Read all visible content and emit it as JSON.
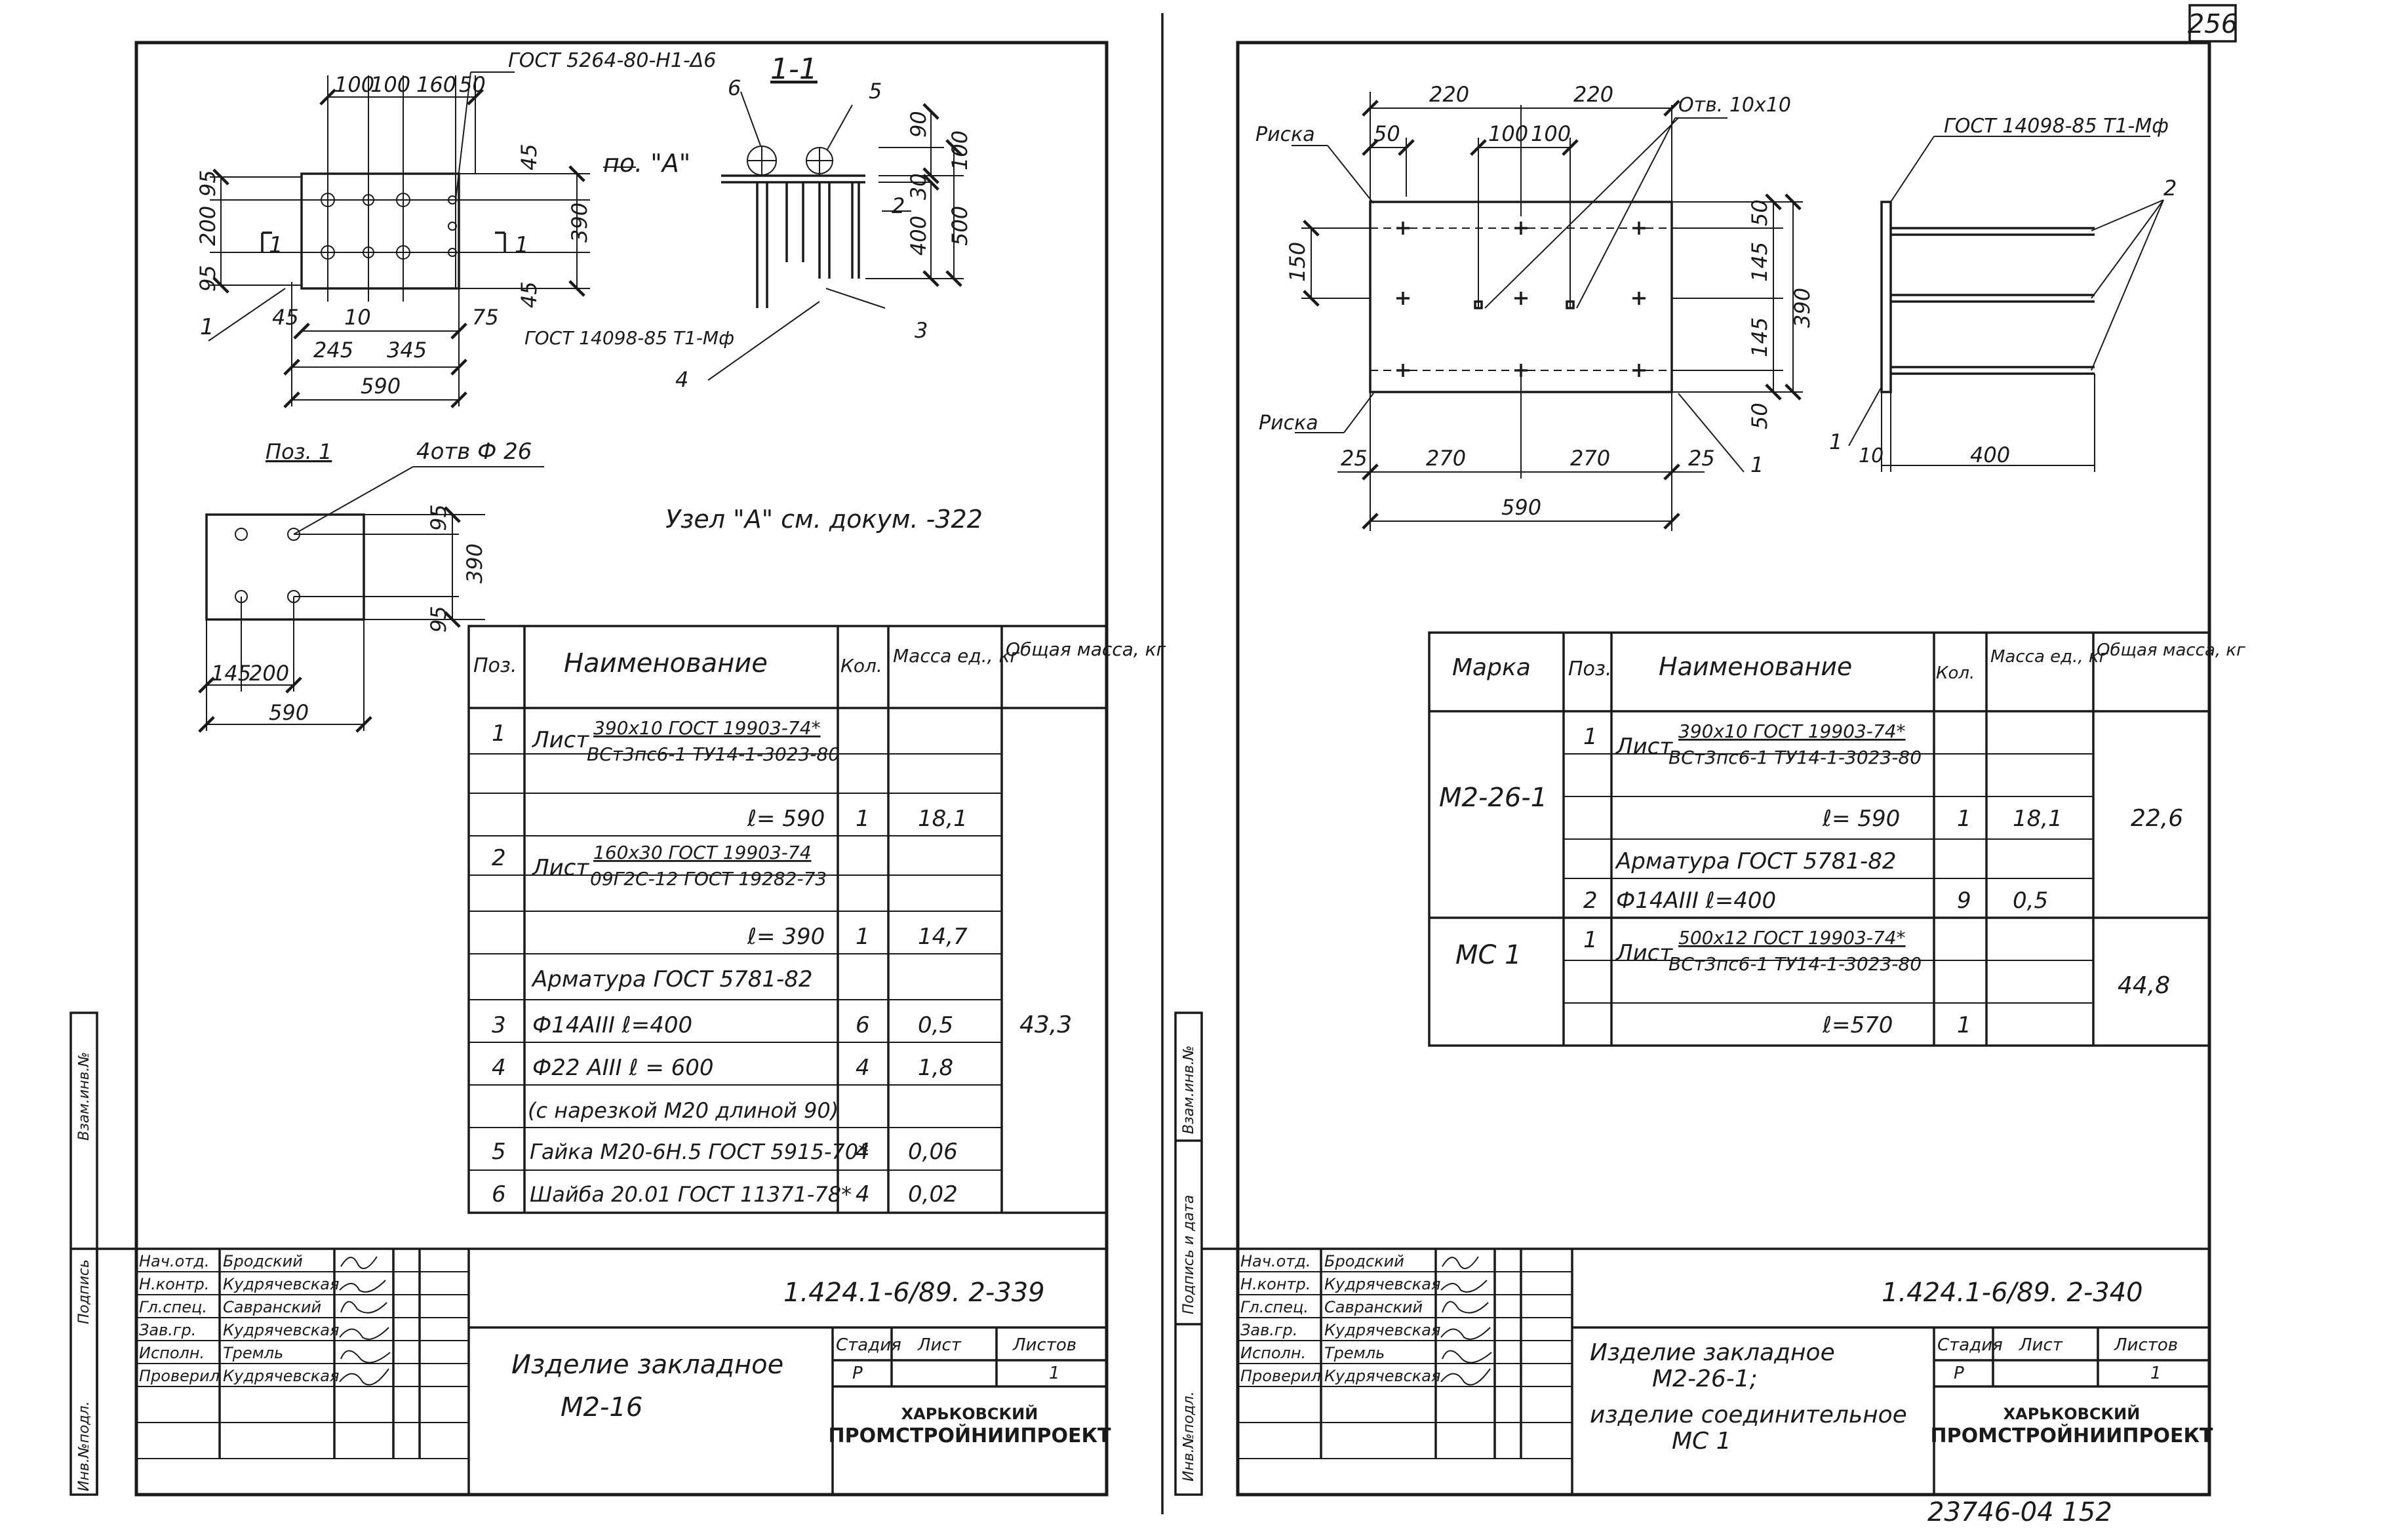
{
  "page_number": "256",
  "footer_stamp": "23746-04  152",
  "left_sheet": {
    "gost_weld": "ГОСТ 5264-80-Н1-Δ6",
    "gost_stud": "ГОСТ 14098-85 Т1-Мф",
    "section_label": "1-1",
    "view_ref": "по. \"А\"",
    "node_note": "Узел \"А\" см. докум. -322",
    "poz1_label": "Поз. 1",
    "holes_label": "4отв Ф 26",
    "dims_top": [
      "100",
      "100",
      "160",
      "50"
    ],
    "dims_left": [
      "95",
      "200",
      "95"
    ],
    "dims_right": [
      "45",
      "390",
      "45"
    ],
    "dims_bottom": [
      "45",
      "10",
      "75",
      "245",
      "345",
      "590"
    ],
    "section_dims": [
      "90",
      "100",
      "30",
      "400",
      "500"
    ],
    "poz1_dims": [
      "95",
      "390",
      "95",
      "145",
      "200",
      "590"
    ],
    "callouts": [
      "1",
      "2",
      "3",
      "4",
      "5",
      "6"
    ],
    "cut_marks": [
      "1",
      "1"
    ],
    "table": {
      "headers": [
        "Поз.",
        "Наименование",
        "Кол.",
        "Масса ед., кг",
        "Общая масса, кг"
      ],
      "rows": [
        {
          "pos": "1",
          "name_lead": "Лист",
          "name_top": "390х10 ГОСТ 19903-74*",
          "name_bottom": "ВСт3пс6-1 ТУ14-1-3023-80",
          "qty": "",
          "mass": ""
        },
        {
          "pos": "",
          "name": "ℓ= 590",
          "qty": "1",
          "mass": "18,1"
        },
        {
          "pos": "2",
          "name_lead": "Лист",
          "name_top": "160х30 ГОСТ 19903-74",
          "name_bottom": "09Г2С-12 ГОСТ 19282-73",
          "qty": "",
          "mass": ""
        },
        {
          "pos": "",
          "name": "ℓ= 390",
          "qty": "1",
          "mass": "14,7"
        },
        {
          "pos": "",
          "name": "Арматура ГОСТ 5781-82",
          "qty": "",
          "mass": ""
        },
        {
          "pos": "3",
          "name": "Ф14АIII        ℓ=400",
          "qty": "6",
          "mass": "0,5"
        },
        {
          "pos": "4",
          "name": "Ф22 АIII       ℓ = 600",
          "qty": "4",
          "mass": "1,8"
        },
        {
          "pos": "",
          "name": "(с нарезкой М20 длиной 90)",
          "qty": "",
          "mass": ""
        },
        {
          "pos": "5",
          "name": "Гайка М20-6Н.5 ГОСТ 5915-70*",
          "qty": "4",
          "mass": "0,06"
        },
        {
          "pos": "6",
          "name": "Шайба 20.01 ГОСТ 11371-78*",
          "qty": "4",
          "mass": "0,02"
        }
      ],
      "total_mass": "43,3"
    },
    "title_block": {
      "doc_code": "1.424.1-6/89. 2-339",
      "roles": [
        "Нач.отд.",
        "Н.контр.",
        "Гл.спец.",
        "Зав.гр.",
        "Исполн.",
        "Проверил"
      ],
      "names": [
        "Бродский",
        "Кудрячевская",
        "Савранский",
        "Кудрячевская",
        "Тремль",
        "Кудрячевская"
      ],
      "title_lines": [
        "Изделие закладное",
        "М2-16"
      ],
      "stage_header": "Стадия",
      "sheet_header": "Лист",
      "sheets_header": "Листов",
      "stage": "Р",
      "sheet": "",
      "sheets": "1",
      "org_lines": [
        "ХАРЬКОВСКИЙ",
        "ПРОМСТРОЙНИИПРОЕКТ"
      ]
    },
    "margin_labels": [
      "Взам.инв.№",
      "Инв.№подл.",
      "Подпись"
    ]
  },
  "right_sheet": {
    "risk_label": "Риска",
    "holes_label": "Отв. 10х10",
    "gost_stud": "ГОСТ 14098-85 Т1-Мф",
    "dims_top": [
      "220",
      "220",
      "50",
      "100",
      "100"
    ],
    "dims_left": [
      "150"
    ],
    "dims_right": [
      "50",
      "145",
      "390",
      "145",
      "50"
    ],
    "dims_bottom": [
      "25",
      "270",
      "270",
      "25",
      "590"
    ],
    "side_dims": [
      "10",
      "400"
    ],
    "callouts": [
      "1",
      "2",
      "1"
    ],
    "table": {
      "headers": [
        "Марка",
        "Поз.",
        "Наименование",
        "Кол.",
        "Масса ед., кг",
        "Общая масса, кг"
      ],
      "mark_1": "М2-26-1",
      "mark_2": "МС 1",
      "rows": [
        {
          "pos": "1",
          "name_lead": "Лист",
          "name_top": "390х10 ГОСТ 19903-74*",
          "name_bottom": "ВСт3пс6-1 ТУ14-1-3023-80",
          "qty": "",
          "mass": ""
        },
        {
          "pos": "",
          "name": "ℓ= 590",
          "qty": "1",
          "mass": "18,1"
        },
        {
          "pos": "",
          "name": "Арматура ГОСТ 5781-82",
          "qty": "",
          "mass": ""
        },
        {
          "pos": "2",
          "name": "Ф14АIII        ℓ=400",
          "qty": "9",
          "mass": "0,5"
        },
        {
          "pos": "1",
          "name_lead": "Лист",
          "name_top": "500х12 ГОСТ 19903-74*",
          "name_bottom": "ВСт3пс6-1 ТУ14-1-3023-80",
          "qty": "",
          "mass": ""
        },
        {
          "pos": "",
          "name": "ℓ=570",
          "qty": "1",
          "mass": ""
        }
      ],
      "total_1": "22,6",
      "total_2": "44,8"
    },
    "title_block": {
      "doc_code": "1.424.1-6/89. 2-340",
      "roles": [
        "Нач.отд.",
        "Н.контр.",
        "Гл.спец.",
        "Зав.гр.",
        "Исполн.",
        "Проверил"
      ],
      "names": [
        "Бродский",
        "Кудрячевская",
        "Савранский",
        "Кудрячевская",
        "Тремль",
        "Кудрячевская"
      ],
      "title_lines": [
        "Изделие закладное",
        "М2-26-1;",
        "изделие соединительное",
        "МС 1"
      ],
      "stage_header": "Стадия",
      "sheet_header": "Лист",
      "sheets_header": "Листов",
      "stage": "Р",
      "sheet": "",
      "sheets": "1",
      "org_lines": [
        "ХАРЬКОВСКИЙ",
        "ПРОМСТРОЙНИИПРОЕКТ"
      ]
    },
    "margin_labels": [
      "Взам.инв.№",
      "Подпись и дата",
      "Инв.№подл."
    ]
  }
}
